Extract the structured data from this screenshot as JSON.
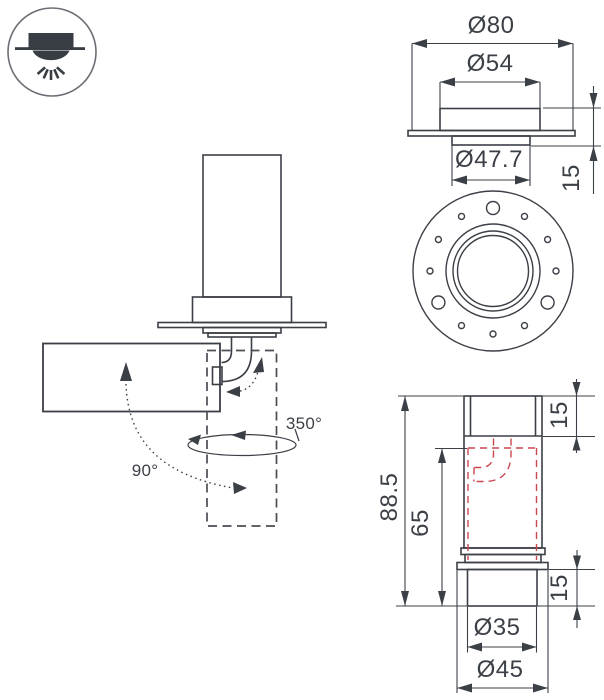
{
  "drawing": {
    "icon": {
      "type": "recessed-downlight-symbol"
    },
    "angles": {
      "rotation": "350°",
      "tilt": "90°"
    },
    "top_view": {
      "outer_diameter": "Ø80",
      "bezel_diameter": "Ø54",
      "cutout_diameter": "Ø47.7",
      "bezel_height": "15"
    },
    "side_view": {
      "total_height": "88.5",
      "recess_depth": "65",
      "cap_height": "15",
      "base_height": "15",
      "tube_diameter": "Ø35",
      "flange_diameter": "Ø45"
    },
    "colors": {
      "line": "#3b3f46",
      "accent_red": "#cc4650"
    }
  }
}
